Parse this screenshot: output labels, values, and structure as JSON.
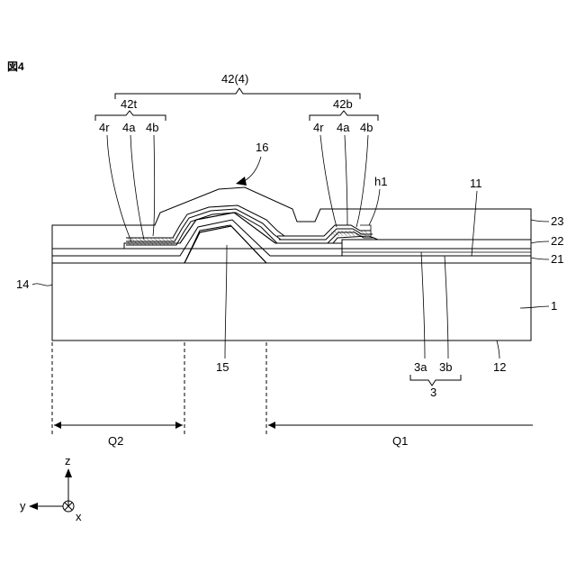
{
  "figure_label": "図4",
  "labels": {
    "top_group": "42(4)",
    "sub_left": "42t",
    "sub_right": "42b",
    "left_4r": "4r",
    "left_4a": "4a",
    "left_4b": "4b",
    "right_4r": "4r",
    "right_4a": "4a",
    "right_4b": "4b",
    "bump": "16",
    "hole": "h1",
    "layer_11": "11",
    "layer_23": "23",
    "layer_22": "22",
    "layer_21": "21",
    "substrate": "1",
    "side_14": "14",
    "core_15": "15",
    "bottom_12": "12",
    "sub_3a": "3a",
    "sub_3b": "3b",
    "group_3": "3",
    "region_q2": "Q2",
    "region_q1": "Q1"
  },
  "axes": {
    "z": "z",
    "y": "y",
    "x": "x"
  }
}
